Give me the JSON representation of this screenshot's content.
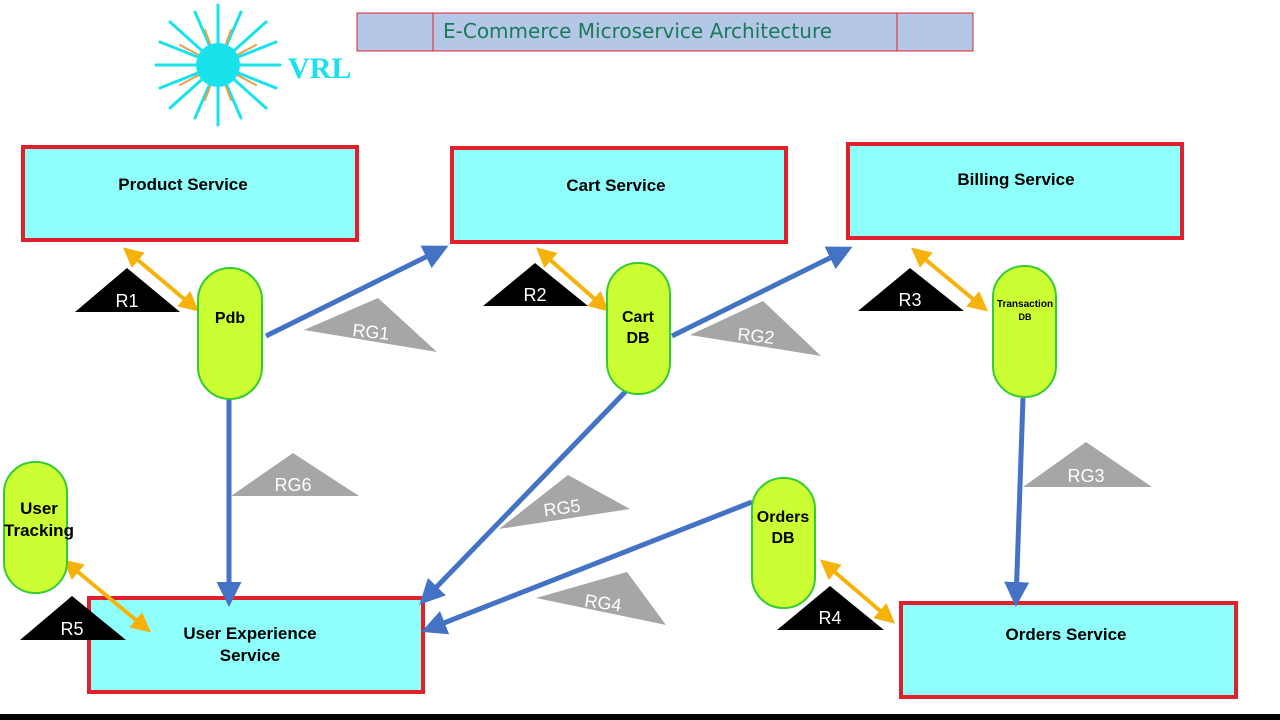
{
  "logo": {
    "text": "VRL"
  },
  "title": {
    "text": "E-Commerce Microservice Architecture"
  },
  "services": {
    "product": {
      "label": "Product Service"
    },
    "cart": {
      "label": "Cart Service"
    },
    "billing": {
      "label": "Billing Service"
    },
    "ux": {
      "line1": "User Experience",
      "line2": "Service"
    },
    "orders": {
      "label": "Orders Service"
    }
  },
  "databases": {
    "pdb": {
      "label": "Pdb"
    },
    "cartdb": {
      "line1": "Cart",
      "line2": "DB"
    },
    "transactiondb": {
      "line1": "Transaction",
      "line2": "DB"
    },
    "ordersdb": {
      "line1": "Orders",
      "line2": "DB"
    },
    "usertracking": {
      "line1": "User",
      "line2": "Tracking"
    }
  },
  "relations": [
    "R1",
    "R2",
    "R3",
    "R4",
    "R5"
  ],
  "relation_groups": [
    "RG1",
    "RG2",
    "RG3",
    "RG4",
    "RG5",
    "RG6"
  ],
  "colors": {
    "service_fill": "#8ffffb",
    "service_border": "#e0202a",
    "db_fill": "#ccff33",
    "db_border": "#33cc33",
    "arrow_blue": "#4472c4",
    "arrow_orange": "#f7b20a",
    "relation_triangle": "#000000",
    "group_triangle": "#a6a6a6",
    "title_fill": "#b4c7e7",
    "title_text": "#1a7a5a",
    "logo_cyan": "#18e3ec",
    "logo_orange": "#e8a04a"
  }
}
